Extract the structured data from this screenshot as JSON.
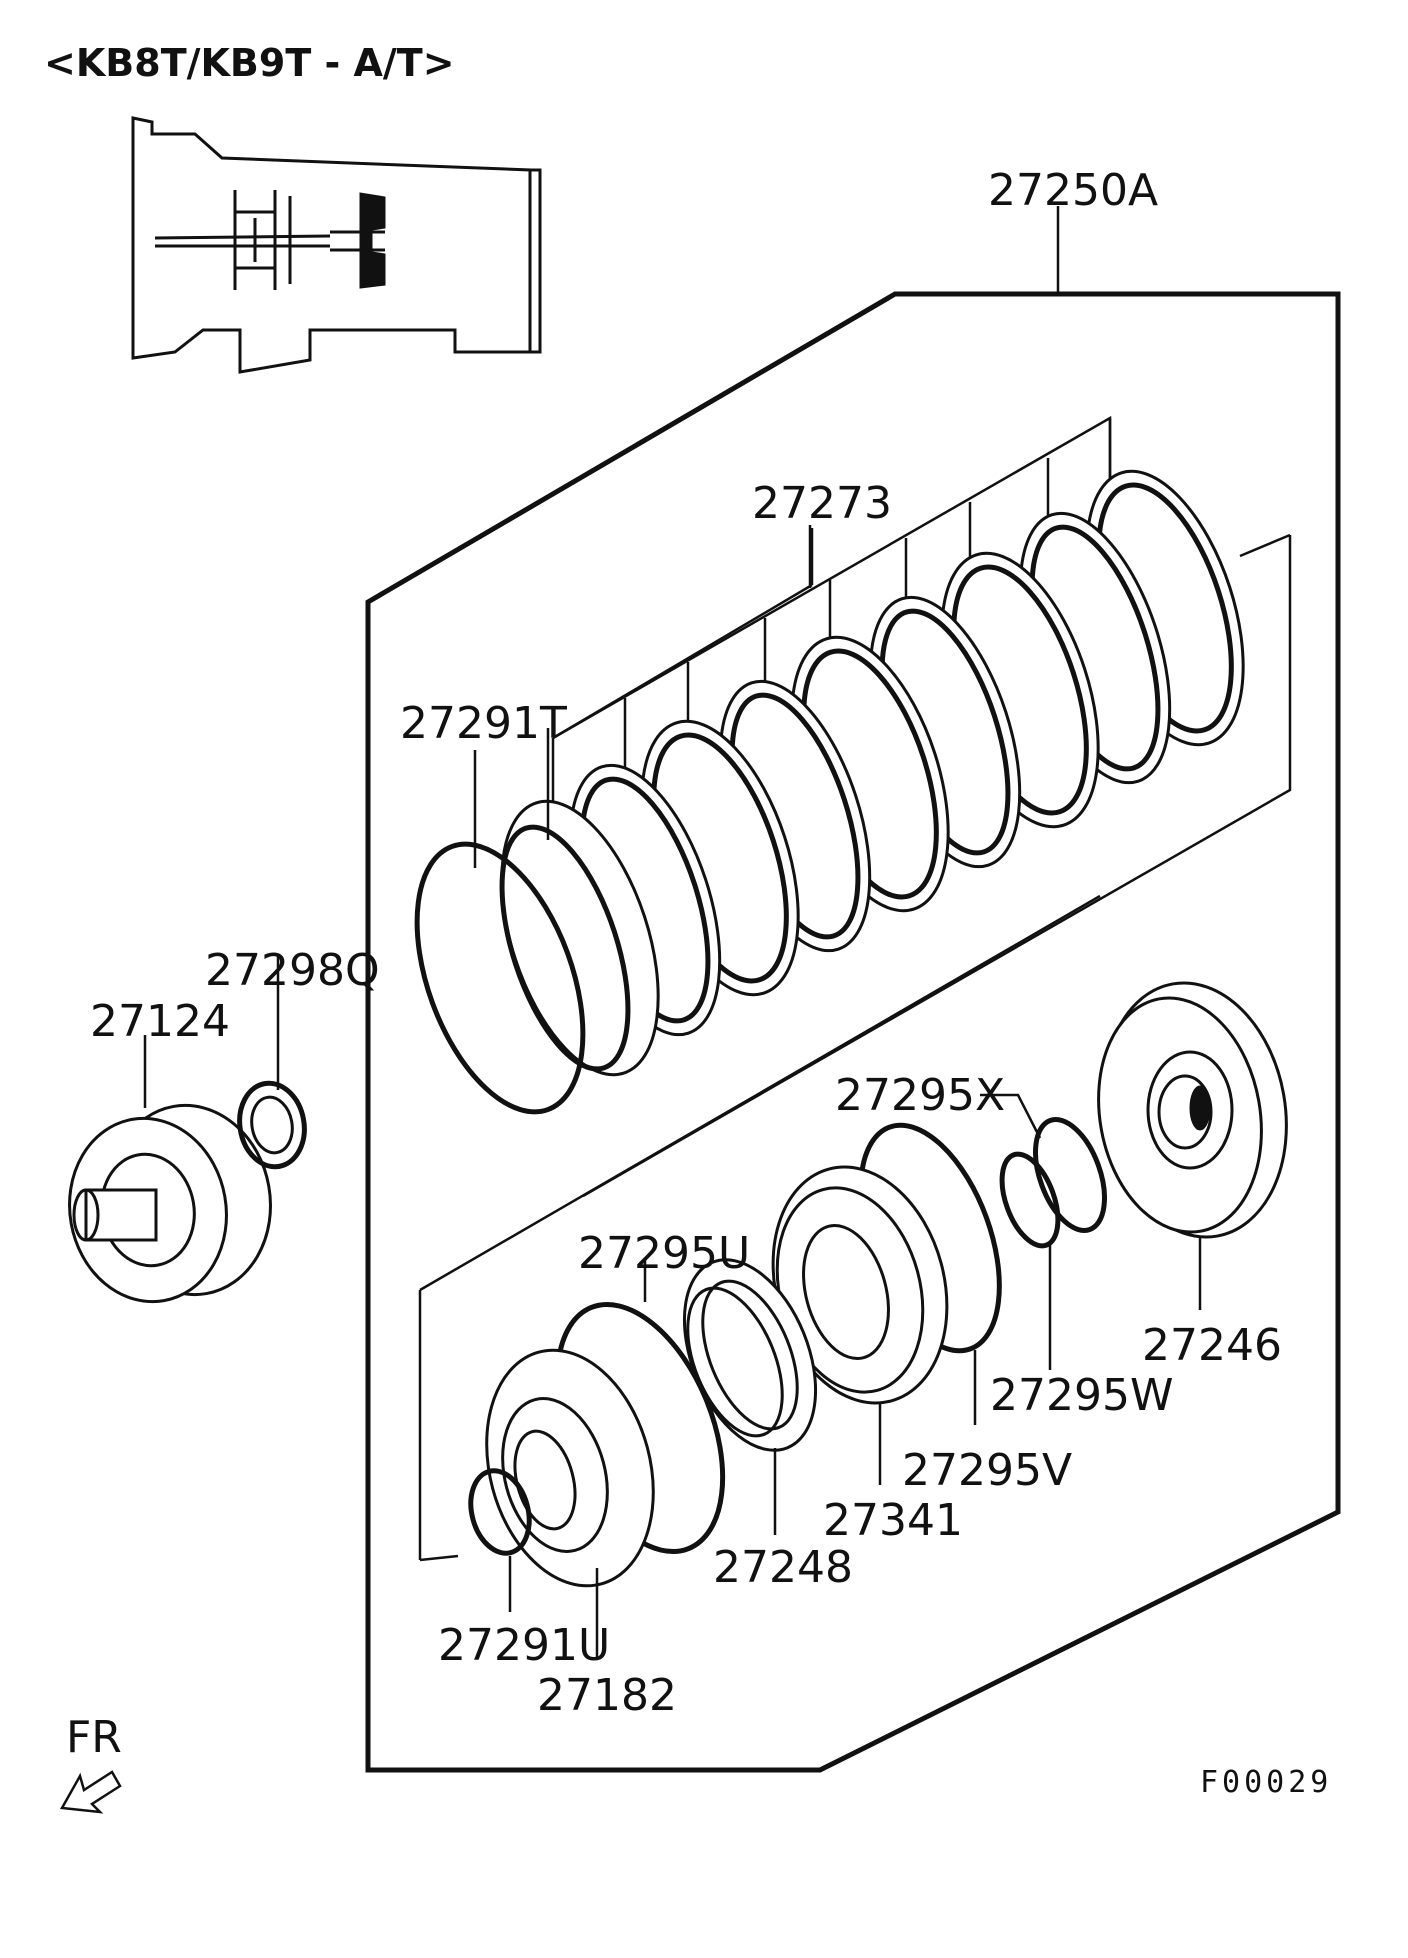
{
  "header": {
    "title": "<KB8T/KB9T - A/T>"
  },
  "callouts": {
    "p27250A": "27250A",
    "p27273": "27273",
    "p27291T": "27291T",
    "p27298Q": "27298Q",
    "p27124": "27124",
    "p27295X": "27295X",
    "p27295U": "27295U",
    "p27246": "27246",
    "p27295W": "27295W",
    "p27295V": "27295V",
    "p27341": "27341",
    "p27248": "27248",
    "p27291U": "27291U",
    "p27182": "27182"
  },
  "footer": {
    "front_marker": "FR",
    "figure_code": "F00029"
  },
  "icons": [
    "transmission-locator-icon",
    "front-direction-arrow-icon"
  ]
}
